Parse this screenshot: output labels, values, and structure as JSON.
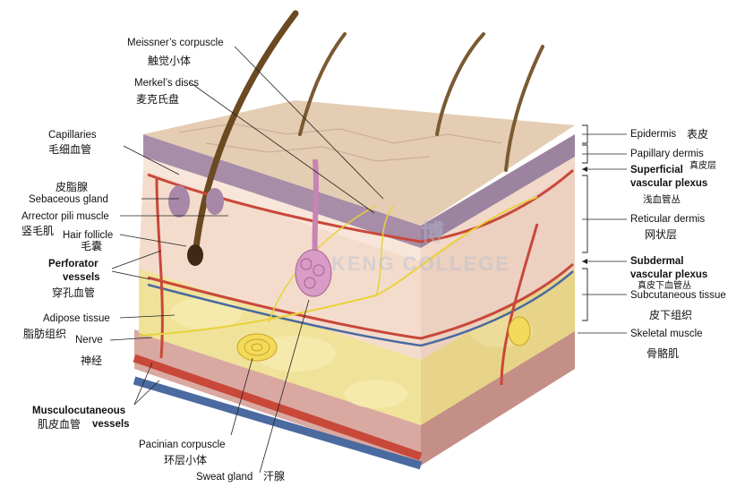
{
  "watermark": {
    "line1": "博",
    "line2": "KENG COLLEGE"
  },
  "labels": {
    "meissner_en": "Meissner’s corpuscle",
    "meissner_zh": "触觉小体",
    "merkel_en": "Merkel’s discs",
    "merkel_zh": "麦克氏盘",
    "capillaries_en": "Capillaries",
    "capillaries_zh": "毛细血管",
    "sebaceous_zh": "皮脂腺",
    "sebaceous_en": "Sebaceous gland",
    "arrector_en": "Arrector pili muscle",
    "arrector_zh": "竖毛肌",
    "hair_follicle_en": "Hair follicle",
    "hair_follicle_zh": "毛囊",
    "perforator_en_1": "Perforator",
    "perforator_en_2": "vessels",
    "perforator_zh": "穿孔血管",
    "adipose_en": "Adipose tissue",
    "adipose_zh": "脂肪组织",
    "nerve_en": "Nerve",
    "nerve_zh": "神经",
    "musculo_en_1": "Musculocutaneous",
    "musculo_zh": "肌皮血管",
    "musculo_en_2": "vessels",
    "pacinian_en": "Pacinian corpuscle",
    "pacinian_zh": "环层小体",
    "sweat_en": "Sweat gland",
    "sweat_zh": "汗腺",
    "epidermis_en": "Epidermis",
    "epidermis_zh": "表皮",
    "papillary_en": "Papillary dermis",
    "papillary_zh": "真皮层",
    "superficial_en_1": "Superficial",
    "superficial_en_2": "vascular plexus",
    "superficial_zh": "浅血管丛",
    "reticular_en": "Reticular dermis",
    "reticular_zh": "网状层",
    "subdermal_en_1": "Subdermal",
    "subdermal_en_2": "vascular plexus",
    "subdermal_zh": "真皮下血管丛",
    "subcutaneous_en": "Subcutaneous tissue",
    "subcutaneous_zh": "皮下组织",
    "skeletal_en": "Skeletal muscle",
    "skeletal_zh": "骨骼肌"
  },
  "colors": {
    "epidermis": "#b39aa8",
    "epidermis_top": "#cbb49c",
    "dermis": "#f2d8c8",
    "fat": "#f2e49a",
    "artery": "#c8483a",
    "vein": "#4a6aa0",
    "nerve": "#e8d23a",
    "hair": "#6b4a22"
  }
}
